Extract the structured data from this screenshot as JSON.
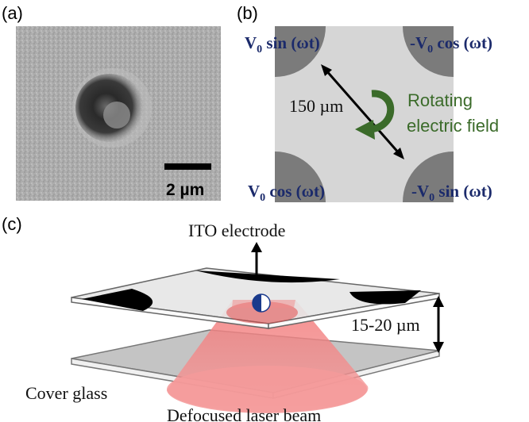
{
  "panels": {
    "a": {
      "label": "(a)",
      "scale_bar": "2 µm"
    },
    "b": {
      "label": "(b)",
      "electrodes": {
        "top_left": {
          "prefix": "V",
          "sub": "0",
          "suffix": " sin (ωt)"
        },
        "top_right": {
          "prefix": "-V",
          "sub": "0",
          "suffix": " cos (ωt)"
        },
        "bottom_left": {
          "prefix": "V",
          "sub": "0",
          "suffix": " cos (ωt)"
        },
        "bottom_right": {
          "prefix": "-V",
          "sub": "0",
          "suffix": " sin (ωt)"
        }
      },
      "distance": "150 µm",
      "field_line1": "Rotating",
      "field_line2": "electric field"
    },
    "c": {
      "label": "(c)",
      "ito": "ITO electrode",
      "gap": "15-20 µm",
      "cover": "Cover glass",
      "laser": "Defocused laser beam"
    }
  },
  "colors": {
    "chamber": "#d6d6d6",
    "electrode": "#7b7b7b",
    "voltage_text": "#1b2a6b",
    "rotation_arrow": "#3b6b2a",
    "laser": "#e85050",
    "particle_dark": "#1a3a8c"
  }
}
